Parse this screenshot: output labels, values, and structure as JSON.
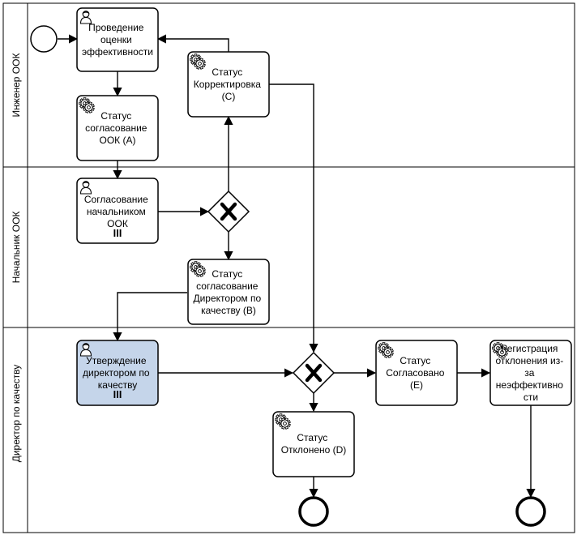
{
  "lanes": [
    {
      "label": "Инженер ООК"
    },
    {
      "label": "Начальник ООК"
    },
    {
      "label": "Директор по качеству"
    }
  ],
  "tasks": {
    "evaluation": {
      "type": "user",
      "lines": [
        "Проведение",
        "оценки",
        "эффективности"
      ]
    },
    "status_c": {
      "type": "service",
      "lines": [
        "Статус",
        "Корректировка",
        "(C)"
      ]
    },
    "status_a": {
      "type": "service",
      "lines": [
        "Статус",
        "согласование",
        "ООК (A)"
      ]
    },
    "approval_head": {
      "type": "user",
      "lines": [
        "Согласование",
        "начальником",
        "ООК"
      ],
      "multi_instance": true
    },
    "status_b": {
      "type": "service",
      "lines": [
        "Статус",
        "согласование",
        "Директором по",
        "качеству (B)"
      ]
    },
    "approval_director": {
      "type": "user",
      "lines": [
        "Утверждение",
        "директором по",
        "качеству"
      ],
      "multi_instance": true,
      "highlighted": true
    },
    "status_e": {
      "type": "service",
      "lines": [
        "Статус",
        "Согласовано",
        "(E)"
      ]
    },
    "status_d": {
      "type": "service",
      "lines": [
        "Статус",
        "Отклонено (D)"
      ]
    },
    "registration": {
      "type": "service",
      "lines": [
        "Регистрация",
        "отклонения из-",
        "за",
        "неэффективно",
        "сти"
      ]
    }
  },
  "colors": {
    "stroke": "#000000",
    "task_fill": "#ffffff",
    "highlight_fill": "#c5d5ea",
    "lane_border": "#000000"
  },
  "icons": {
    "user_task": "user-icon",
    "service_task": "gear-icon",
    "gateway": "exclusive-gateway-x-icon",
    "multi_instance": "parallel-multi-instance-icon"
  }
}
